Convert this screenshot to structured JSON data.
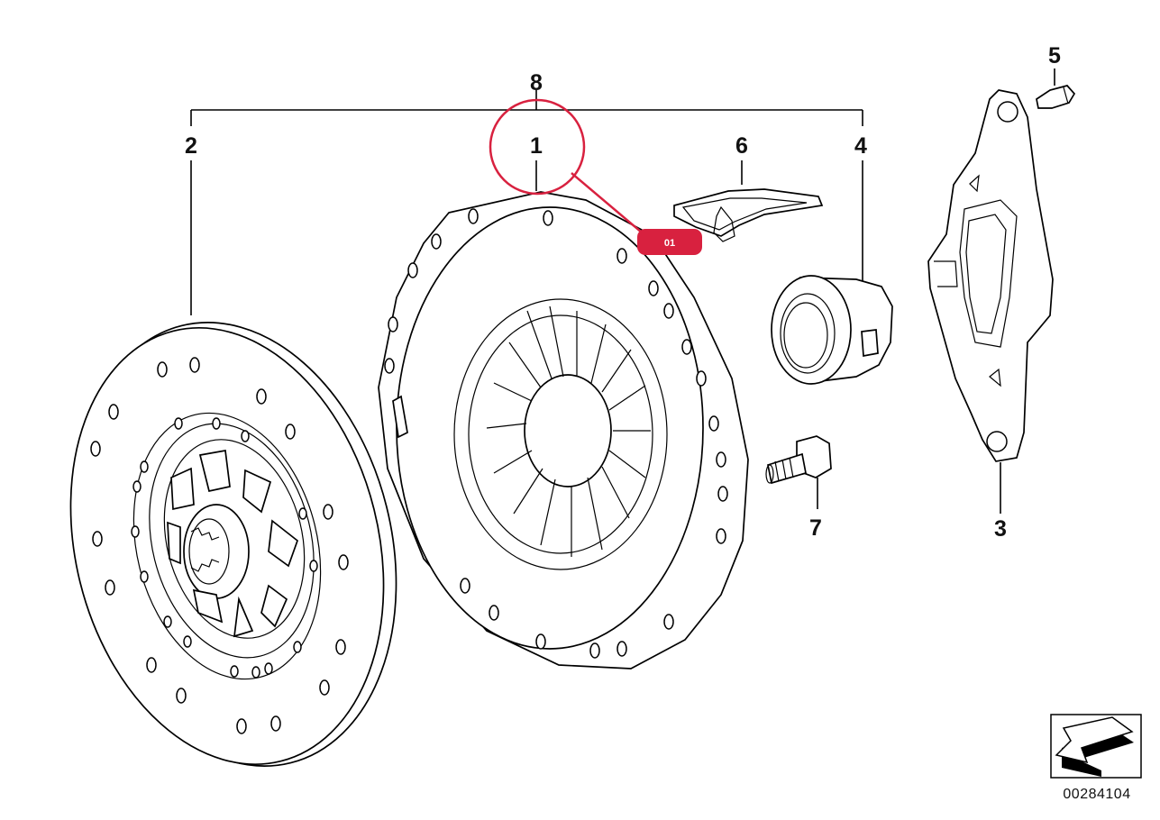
{
  "diagram": {
    "callouts": [
      {
        "id": "callout-8",
        "label": "8"
      },
      {
        "id": "callout-1",
        "label": "1"
      },
      {
        "id": "callout-2",
        "label": "2"
      },
      {
        "id": "callout-6",
        "label": "6"
      },
      {
        "id": "callout-4",
        "label": "4"
      },
      {
        "id": "callout-5",
        "label": "5"
      },
      {
        "id": "callout-7",
        "label": "7"
      },
      {
        "id": "callout-3",
        "label": "3"
      }
    ],
    "highlight": {
      "badge_label": "01",
      "color": "#d8213f"
    },
    "diagram_number": "00284104",
    "orientation_icon": "arrow-pointer-icon"
  }
}
